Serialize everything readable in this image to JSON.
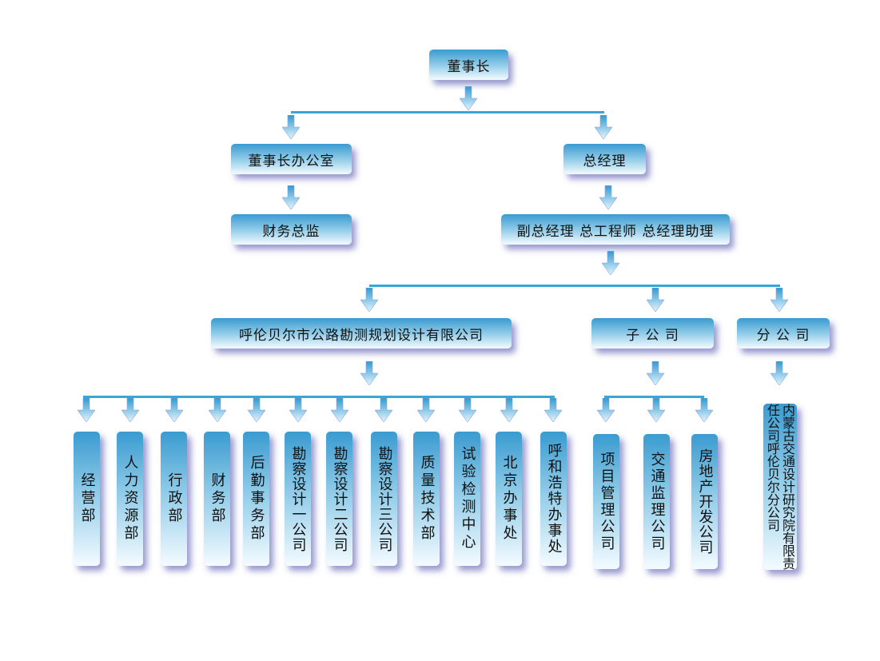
{
  "chairman": "董事长",
  "chairman_office": "董事长办公室",
  "general_manager": "总经理",
  "finance_director": "财务总监",
  "deputies": "副总经理 总工程师 总经理助理",
  "main_company": {
    "name": "呼伦贝尔市公路勘测规划设计有限公司",
    "departments": [
      "经营部",
      "人力资源部",
      "行政部",
      "财务部",
      "后勤事务部",
      "勘察设计一公司",
      "勘察设计二公司",
      "勘察设计三公司",
      "质量技术部",
      "试验检测中心",
      "北京办事处",
      "呼和浩特办事处"
    ]
  },
  "subsidiaries": {
    "name": "子 公 司",
    "items": [
      "项目管理公司",
      "交通监理公司",
      "房地产开发公司"
    ]
  },
  "branches": {
    "name": "分 公 司",
    "items": [
      "内蒙古交通设计研究院有限责任公司呼伦贝尔分公司"
    ]
  },
  "colors": {
    "box_top": "#3a9bd0",
    "connector": "#3aa6d6",
    "shadow": "#4646aa"
  }
}
